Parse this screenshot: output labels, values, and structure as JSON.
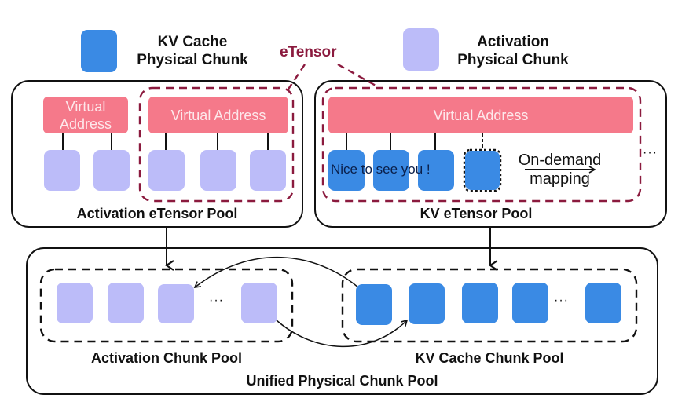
{
  "legend": {
    "kv_label_line1": "KV Cache",
    "kv_label_line2": "Physical Chunk",
    "act_label_line1": "Activation",
    "act_label_line2": "Physical Chunk"
  },
  "etensor_label": "eTensor",
  "activation_pool": {
    "title": "Activation eTensor Pool",
    "va_small_line1": "Virtual",
    "va_small_line2": "Address",
    "va_large": "Virtual Address"
  },
  "kv_pool": {
    "title": "KV eTensor Pool",
    "va": "Virtual Address",
    "overlay_text": "Nice to see you !",
    "on_demand_line1": "On-demand",
    "on_demand_line2": "mapping",
    "ellipsis": "···"
  },
  "unified_pool": {
    "title": "Unified Physical Chunk Pool",
    "activation_chunk_pool": "Activation Chunk Pool",
    "kv_chunk_pool": "KV Cache Chunk Pool",
    "ellipsis": "···"
  },
  "colors": {
    "kv_chunk": "#3a8ae4",
    "activation_chunk": "#bcbcf9",
    "virtual_address": "#f5798a",
    "etensor": "#8b1a3e"
  }
}
